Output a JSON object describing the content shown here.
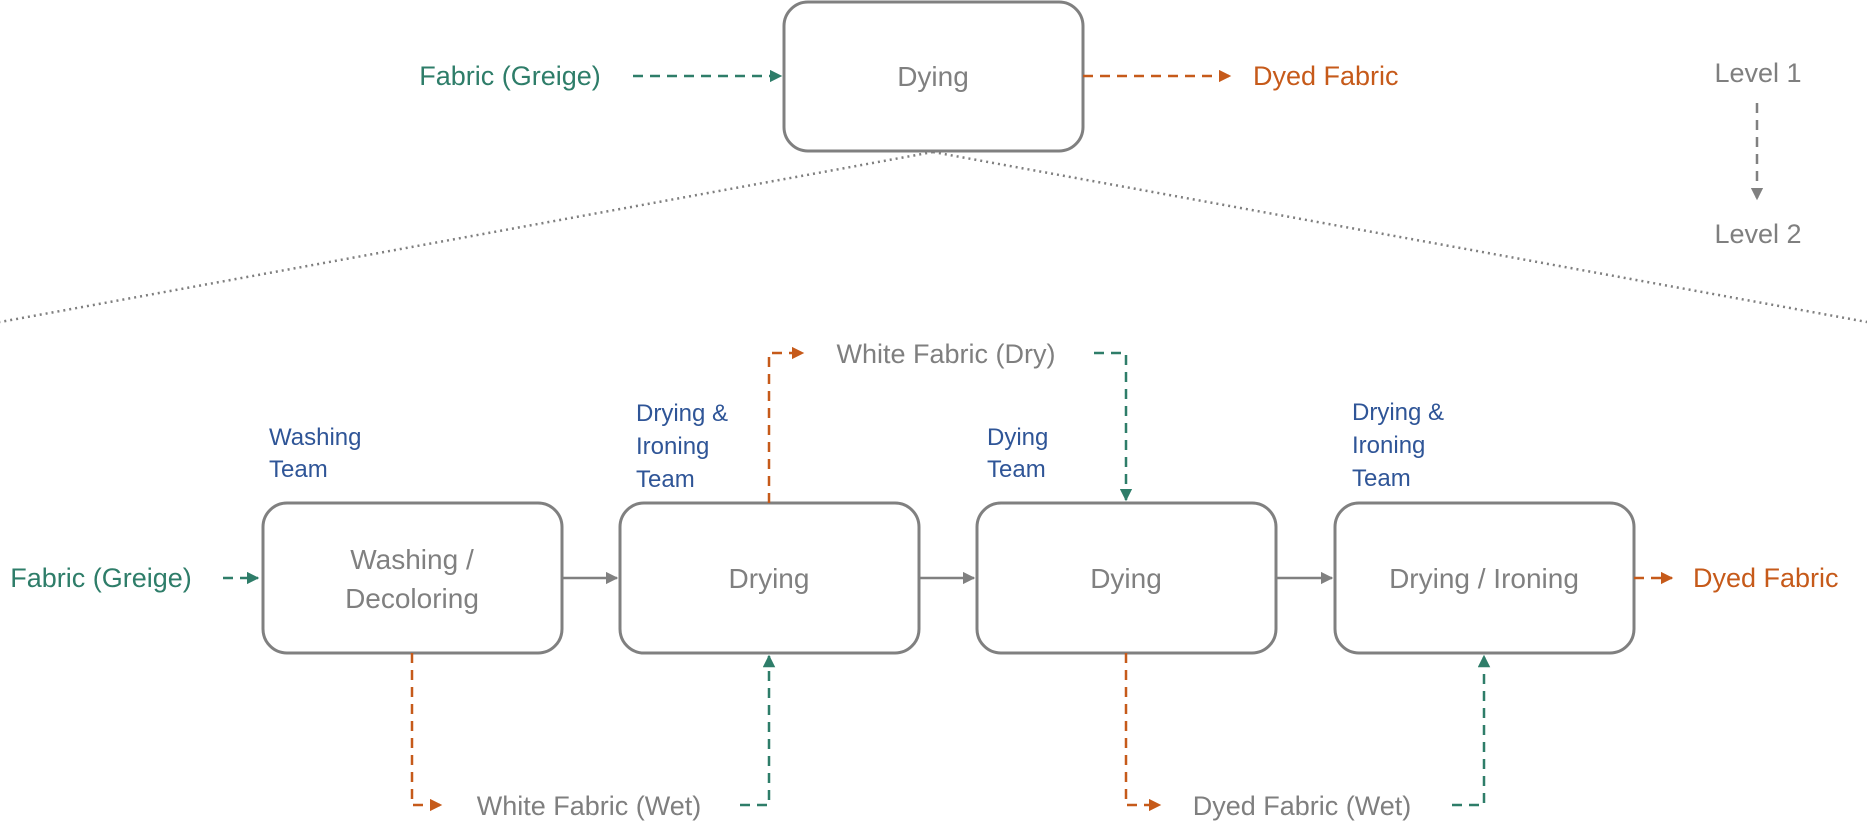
{
  "colors": {
    "input": "#2e7d69",
    "output": "#c65a1a",
    "neutral": "#808080",
    "team": "#2f5597"
  },
  "level1": {
    "process": "Dying",
    "input": "Fabric (Greige)",
    "output": "Dyed Fabric"
  },
  "levels": {
    "level1": "Level 1",
    "level2": "Level 2"
  },
  "level2": {
    "input": "Fabric (Greige)",
    "output": "Dyed Fabric",
    "processes": [
      {
        "lines": [
          "Washing /",
          "Decoloring"
        ],
        "team": [
          "Washing",
          "Team"
        ]
      },
      {
        "lines": [
          "Drying"
        ],
        "team": [
          "Drying &",
          "Ironing",
          "Team"
        ]
      },
      {
        "lines": [
          "Dying"
        ],
        "team": [
          "Dying",
          "Team"
        ]
      },
      {
        "lines": [
          "Drying / Ironing"
        ],
        "team": [
          "Drying &",
          "Ironing",
          "Team"
        ]
      }
    ],
    "intermediates": {
      "white_wet": "White Fabric (Wet)",
      "white_dry": "White Fabric (Dry)",
      "dyed_wet": "Dyed Fabric (Wet)"
    }
  }
}
